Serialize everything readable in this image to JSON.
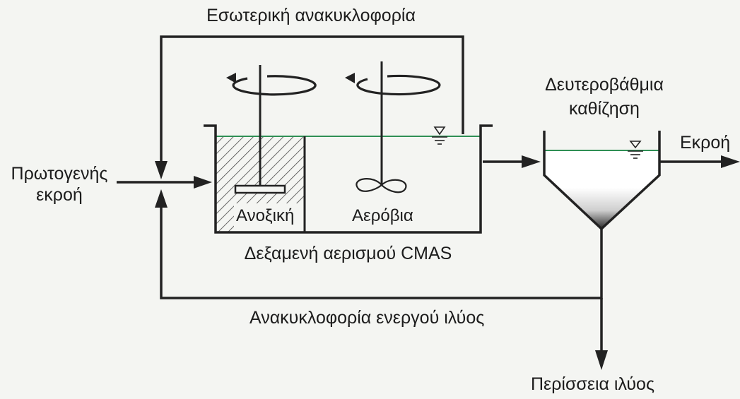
{
  "labels": {
    "internal_recirculation": "Εσωτερική ανακυκλοφορία",
    "secondary_clarifier_line1": "Δευτεροβάθμια",
    "secondary_clarifier_line2": "καθίζηση",
    "effluent": "Εκροή",
    "primary_effluent_line1": "Πρωτογενής",
    "primary_effluent_line2": "εκροή",
    "anoxic": "Ανοξική",
    "aerobic": "Αερόβια",
    "aeration_tank": "Δεξαμενή αερισμού CMAS",
    "ras": "Ανακυκλοφορία ενεργού ιλύος",
    "waste_sludge": "Περίσσεια ιλύος"
  },
  "colors": {
    "line": "#222222",
    "water_line": "#3a9a5a",
    "background": "#f4f5f2"
  }
}
